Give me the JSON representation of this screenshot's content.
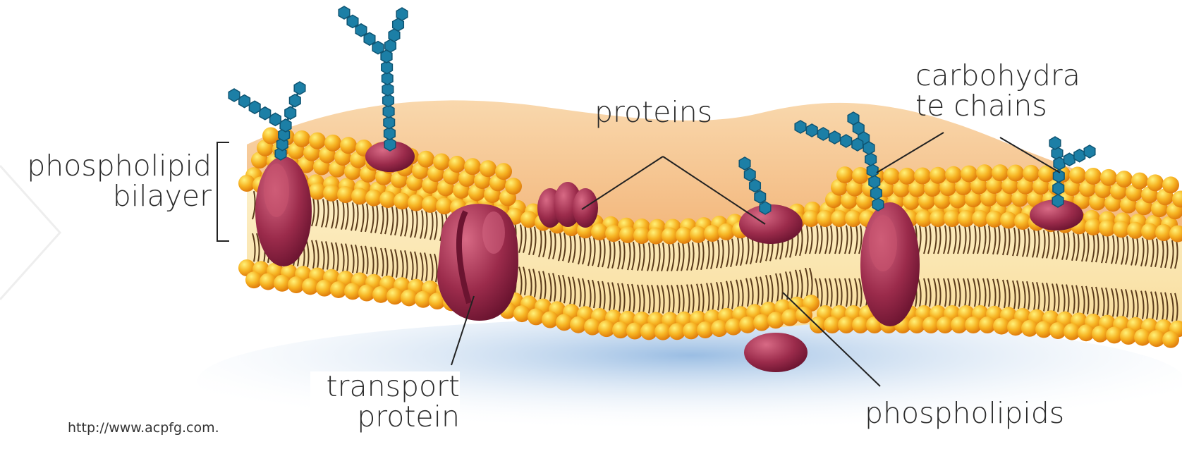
{
  "labels": {
    "phospholipid_bilayer": [
      "phospholipid",
      "bilayer"
    ],
    "proteins": "proteins",
    "carbohydrate_chains": [
      "carbohydra",
      "te chains"
    ],
    "transport_protein": [
      "transport",
      "protein"
    ],
    "phospholipids": "phospholipids",
    "source_url": "http://www.acpfg.com."
  },
  "colors": {
    "background": "#ffffff",
    "membrane_top": "#f6c48c",
    "membrane_interior": "#fbe7b4",
    "phospholipid_head": "#f6a71c",
    "phospholipid_head_highlight": "#ffe36b",
    "protein": "#9b2b4b",
    "protein_highlight": "#c8546e",
    "carbohydrate": "#1c7fa6",
    "tail": "#5a3a1a",
    "shadow": "#a9c8e6",
    "leader_line": "#222222"
  }
}
